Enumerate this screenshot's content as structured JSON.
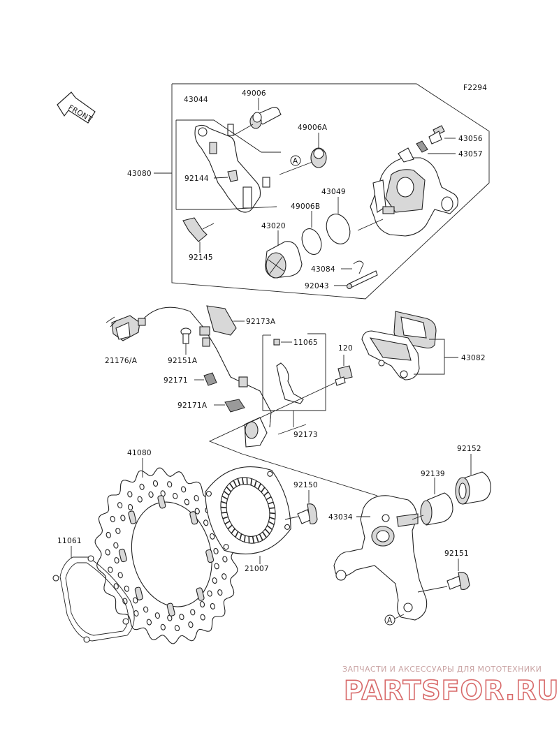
{
  "diagram": {
    "figure_code": "F2294",
    "front_label": "FRONT",
    "callout_symbol": "A",
    "parts": {
      "p43044": "43044",
      "p49006": "49006",
      "p49006A": "49006A",
      "p43056": "43056",
      "p43057": "43057",
      "p43080": "43080",
      "p92144": "92144",
      "p43049": "43049",
      "p49006B": "49006B",
      "p43020": "43020",
      "p92145": "92145",
      "p43084": "43084",
      "p92043": "92043",
      "p92173A": "92173A",
      "p11065": "11065",
      "p120": "120",
      "p43082": "43082",
      "p21176A": "21176/A",
      "p92151A": "92151A",
      "p92171": "92171",
      "p92171A": "92171A",
      "p92173": "92173",
      "p41080": "41080",
      "p92152": "92152",
      "p92139": "92139",
      "p92150": "92150",
      "p43034": "43034",
      "p11061": "11061",
      "p21007": "21007",
      "p92151": "92151"
    }
  },
  "watermark": {
    "tagline": "ЗАПЧАСТИ И АКСЕССУАРЫ ДЛЯ МОТОТЕХНИКИ",
    "site": "PARTSFOR.RU"
  },
  "colors": {
    "ink": "#222222",
    "watermark_red": "#d86a6a",
    "watermark_grey": "#c9a3a3"
  }
}
